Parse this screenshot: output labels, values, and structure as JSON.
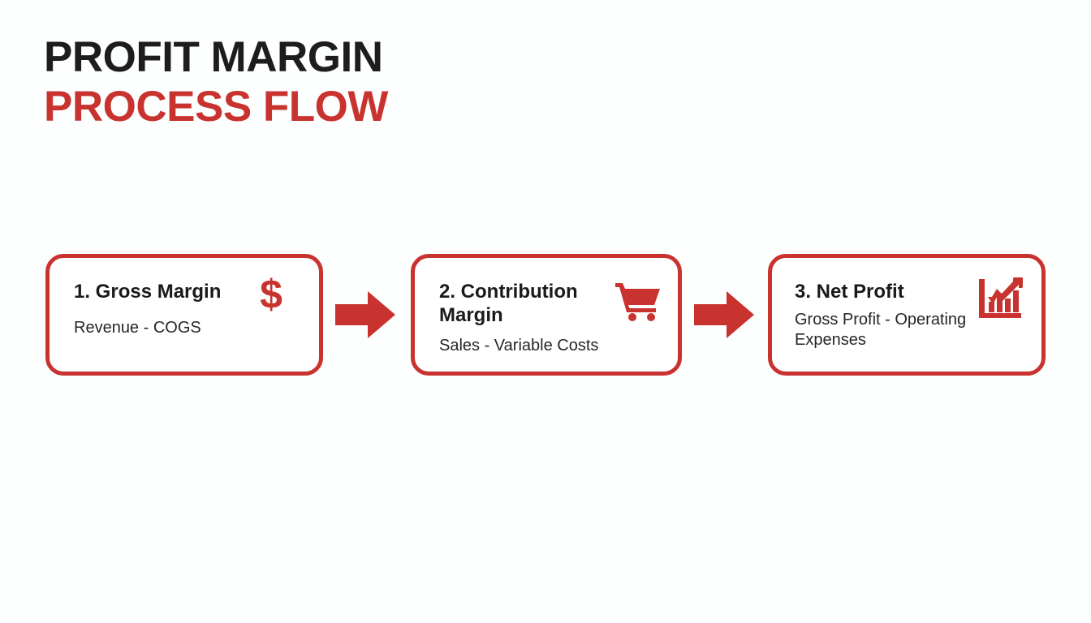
{
  "background_color": "#fdfefe",
  "accent_color": "#c9332f",
  "title": {
    "line1": "PROFIT MARGIN",
    "line2": "PROCESS FLOW",
    "line1_color": "#1d1d1d",
    "line2_color": "#c9332f"
  },
  "flow": {
    "steps": [
      {
        "title": "1. Gross Margin",
        "subtitle": "Revenue - COGS",
        "icon": "dollar-sign-icon",
        "icon_glyph": "$"
      },
      {
        "title": "2. Contribution Margin",
        "subtitle": "Sales - Variable Costs",
        "icon": "shopping-cart-icon",
        "icon_glyph": ""
      },
      {
        "title": "3. Net Profit",
        "subtitle": "Gross Profit - Operating Expenses",
        "icon": "bar-chart-growth-icon",
        "icon_glyph": ""
      }
    ],
    "connectors": [
      {
        "icon": "arrow-right-icon",
        "color": "#c9332f"
      },
      {
        "icon": "arrow-right-icon",
        "color": "#c9332f"
      }
    ]
  }
}
